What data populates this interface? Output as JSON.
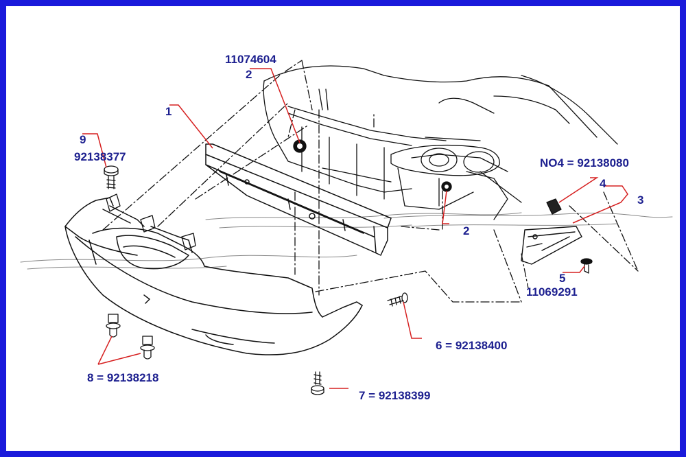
{
  "colors": {
    "border": "#1a1adb",
    "leader": "#d62020",
    "label": "#1c1f8f",
    "drawing": "#111111"
  },
  "callouts": {
    "c1": {
      "num": "1"
    },
    "c2_top": {
      "num": "2",
      "part": "11074604"
    },
    "c2_mid": {
      "num": "2"
    },
    "c3": {
      "num": "3"
    },
    "c4": {
      "num": "4",
      "note": "NO4 = 92138080"
    },
    "c5": {
      "num": "5",
      "part": "11069291"
    },
    "c6": {
      "text": "6 = 92138400"
    },
    "c7": {
      "text": "7 = 92138399"
    },
    "c8": {
      "text": "8 = 92138218"
    },
    "c9": {
      "num": "9",
      "part": "92138377"
    }
  }
}
